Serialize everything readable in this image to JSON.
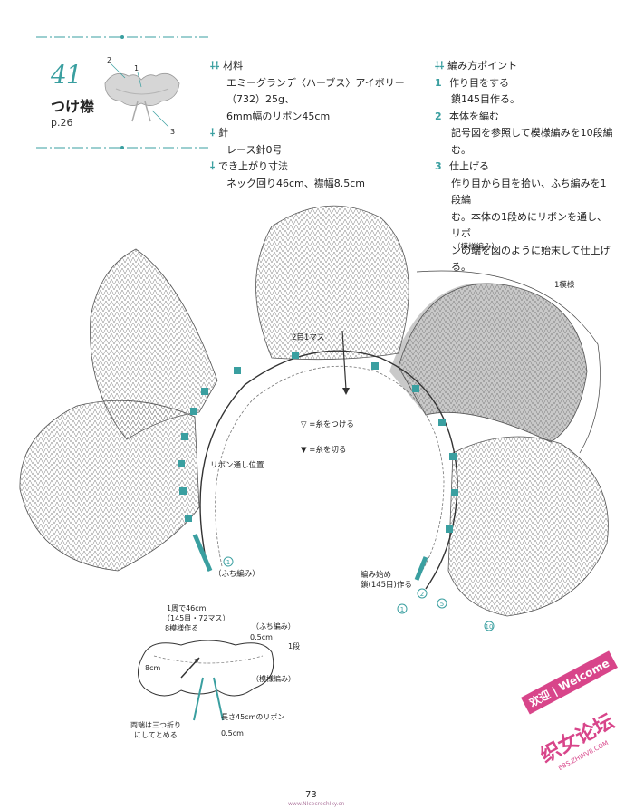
{
  "header": {
    "number": "41",
    "title": "つけ襟",
    "page_ref": "p.26",
    "thumb_labels": [
      "2",
      "1",
      "3"
    ]
  },
  "materials": {
    "materials_heading": "材料",
    "materials_lines": [
      "エミーグランデ〈ハーブス〉アイボリー（732）25g、",
      "6mm幅のリボン45cm"
    ],
    "needle_heading": "針",
    "needle_line": "レース針0号",
    "size_heading": "でき上がり寸法",
    "size_line": "ネック回り46cm、襟幅8.5cm"
  },
  "steps": {
    "heading": "編み方ポイント",
    "items": [
      {
        "num": "1",
        "title": "作り目をする",
        "lines": [
          "鎖145目作る。"
        ]
      },
      {
        "num": "2",
        "title": "本体を編む",
        "lines": [
          "記号図を参照して模様編みを10段編",
          "む。"
        ]
      },
      {
        "num": "3",
        "title": "仕上げる",
        "lines": [
          "作り目から目を拾い、ふち編みを1段編",
          "む。本体の1段めにリボンを通し、リボ",
          "ンの端を図のように始末して仕上げる。"
        ]
      }
    ]
  },
  "diagram": {
    "label_pattern": "（模様編み）",
    "label_one_repeat": "1模様",
    "label_two_1": "2目1マス",
    "legend_attach": "▽ =糸をつける",
    "legend_cut": "▼ =糸を切る",
    "label_ribbon_pos": "リボン通し位置",
    "label_edge": "（ふち編み）",
    "label_start_1": "編み始め",
    "label_start_2": "鎖(145目)作る",
    "row_markers": [
      "1",
      "1",
      "2",
      "5",
      "10"
    ]
  },
  "small_diagram": {
    "circ_1": "1周で46cm",
    "circ_2": "（145目・72マス）",
    "circ_3": "8模様作る",
    "edge_label": "（ふち編み）",
    "edge_size": "0.5cm",
    "edge_rows": "1段",
    "width_label": "8cm",
    "pattern_label": "（模様編み）",
    "ends_1": "両端は三つ折り",
    "ends_2": "にしてとめる",
    "ribbon_label": "長さ45cmのリボン",
    "ribbon_margin": "0.5cm"
  },
  "footer": {
    "page_number": "73",
    "url": "www.NIcecrochIky.cn"
  },
  "watermark": {
    "welcome": "欢迎 | Welcome",
    "forum": "织女论坛",
    "sub": "BBS.ZHINV8.COM"
  },
  "colors": {
    "accent": "#3a9fa0",
    "shade": "#c9c9c9",
    "watermark": "#d8458a"
  }
}
